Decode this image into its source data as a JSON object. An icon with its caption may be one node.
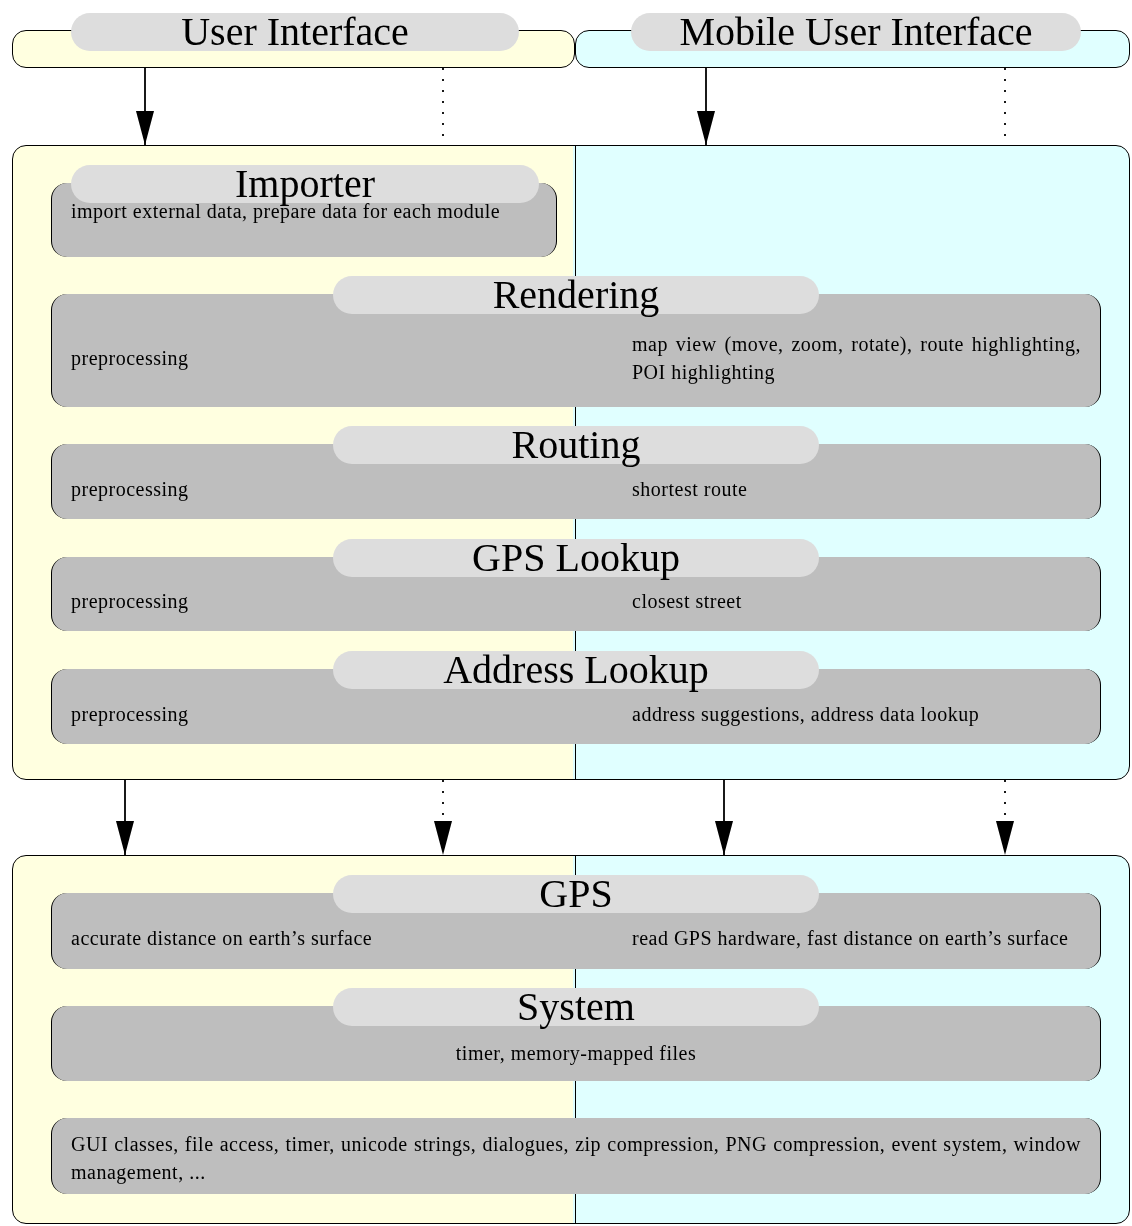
{
  "diagram": {
    "nodes": [
      {
        "text": [
          "User Interface"
        ]
      },
      {
        "text": [
          "Mobile User Interface"
        ]
      },
      {
        "text": [],
        "shape": "box"
      },
      {
        "text": [
          "Importer",
          "import external data, prepare data for each module"
        ],
        "in": 2
      },
      {
        "text": [
          "Rendering",
          "preprocessing",
          "map view (move, zoom, rotate), route highlighting, POI highlighting"
        ],
        "in": 2
      },
      {
        "text": [
          "Routing",
          "preprocessing",
          "shortest route"
        ],
        "in": 2
      },
      {
        "text": [
          "GPS Lookup",
          "preprocessing",
          "closest street"
        ],
        "in": 2
      },
      {
        "text": [
          "Address Lookup",
          "preprocessing",
          "address suggestions, address data lookup"
        ],
        "in": 2
      },
      {
        "text": [],
        "shape": "box"
      },
      {
        "text": [
          "GPS",
          "accurate distance on earth’s surface",
          "read GPS hardware, fast distance on earth’s surface"
        ],
        "in": 8
      },
      {
        "text": [
          "System",
          "timer, memory-mapped files"
        ],
        "in": 8
      },
      {
        "text": [
          "GUI classes, file access, timer, unicode strings, dialogues, zip compression, PNG compression, event system, window management, ..."
        ],
        "in": 8
      }
    ],
    "edges": [
      {
        "from": 0,
        "to": 2,
        "arrow": "to"
      },
      {
        "from": 0,
        "to": 2,
        "arrow": "none",
        "style": "dashed"
      },
      {
        "from": 1,
        "to": 2,
        "arrow": "to"
      },
      {
        "from": 1,
        "to": 2,
        "arrow": "none",
        "style": "dashed"
      },
      {
        "from": 2,
        "to": 8,
        "arrow": "to"
      },
      {
        "from": 2,
        "to": 8,
        "arrow": "to",
        "style": "dashed"
      },
      {
        "from": 2,
        "to": 8,
        "arrow": "to"
      },
      {
        "from": 2,
        "to": 8,
        "arrow": "to",
        "style": "dashed"
      }
    ]
  }
}
